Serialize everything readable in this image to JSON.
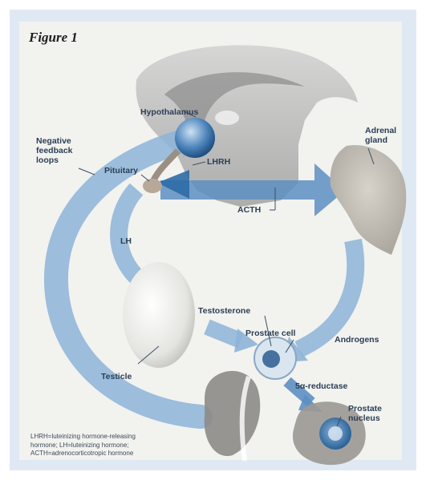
{
  "figure_title": "Figure 1",
  "labels": {
    "hypothalamus": "Hypothalamus",
    "negative_feedback": "Negative\nfeedback\nloops",
    "pituitary": "Pituitary",
    "lhrh": "LHRH",
    "adrenal_gland": "Adrenal\ngland",
    "acth": "ACTH",
    "lh": "LH",
    "testosterone": "Testosterone",
    "prostate_cell": "Prostate cell",
    "androgens": "Androgens",
    "testicle": "Testicle",
    "five_alpha_reductase": "5α-reductase",
    "prostate_nucleus": "Prostate\nnucleus"
  },
  "footnote": "LHRH=luteinizing hormone-releasing\nhormone; LH=luteinizing hormone;\nACTH=adrenocorticotropic hormone"
}
